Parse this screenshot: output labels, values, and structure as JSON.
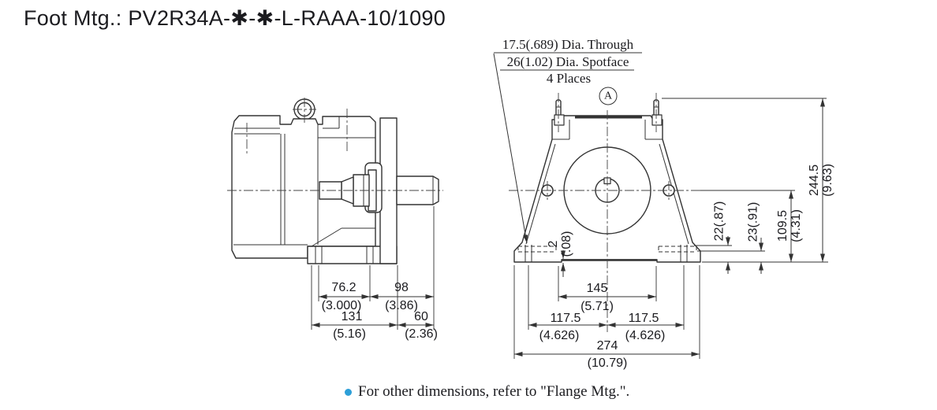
{
  "title": "Foot Mtg.: PV2R34A-✱-✱-L-RAAA-10/1090",
  "callout": {
    "line1": "17.5(.689) Dia. Through",
    "line2": "26(1.02) Dia. Spotface",
    "line3": "4 Places",
    "datum": "A"
  },
  "side_view": {
    "dims": {
      "d76_mm": "76.2",
      "d76_in": "(3.000)",
      "d98_mm": "98",
      "d98_in": "(3.86)",
      "d131_mm": "131",
      "d131_in": "(5.16)",
      "d60_mm": "60",
      "d60_in": "(2.36)"
    }
  },
  "front_view": {
    "dims": {
      "d145_mm": "145",
      "d145_in": "(5.71)",
      "d117l_mm": "117.5",
      "d117l_in": "(4.626)",
      "d117r_mm": "117.5",
      "d117r_in": "(4.626)",
      "d274_mm": "274",
      "d274_in": "(10.79)",
      "d2_mm": "2",
      "d2_in": "(.08)",
      "d22": "22(.87)",
      "d23": "23(.91)",
      "d109_mm": "109.5",
      "d109_in": "(4.31)",
      "d244_mm": "244.5",
      "d244_in": "(9.63)"
    }
  },
  "footer": {
    "note": "For other dimensions, refer to \"Flange Mtg.\"."
  },
  "colors": {
    "line": "#333333",
    "text": "#1b1b1f",
    "bullet": "#2d9fd8"
  }
}
